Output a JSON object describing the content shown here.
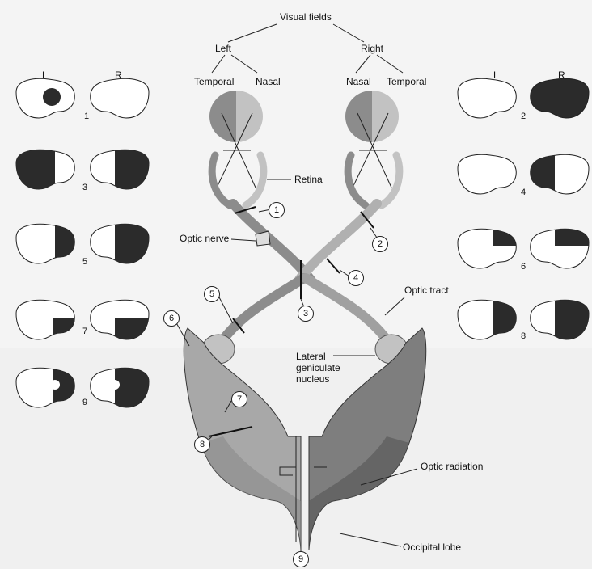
{
  "header": {
    "title": "Visual fields",
    "left": "Left",
    "right": "Right",
    "left_temporal": "Temporal",
    "left_nasal": "Nasal",
    "right_nasal": "Nasal",
    "right_temporal": "Temporal"
  },
  "field_columns": {
    "left_l": "L",
    "left_r": "R",
    "right_l": "L",
    "right_r": "R"
  },
  "labels": {
    "retina": "Retina",
    "optic_nerve": "Optic nerve",
    "optic_tract": "Optic tract",
    "lgn": "Lateral geniculate nucleus",
    "optic_radiation": "Optic radiation",
    "occipital_lobe": "Occipital lobe"
  },
  "lesion_markers": [
    "1",
    "2",
    "3",
    "4",
    "5",
    "6",
    "7",
    "8",
    "9"
  ],
  "field_defects": [
    "1",
    "2",
    "3",
    "4",
    "5",
    "6",
    "7",
    "8",
    "9"
  ],
  "colors": {
    "dark": "#2b2b2b",
    "mid": "#8c8c8c",
    "light": "#c2c2c2"
  }
}
